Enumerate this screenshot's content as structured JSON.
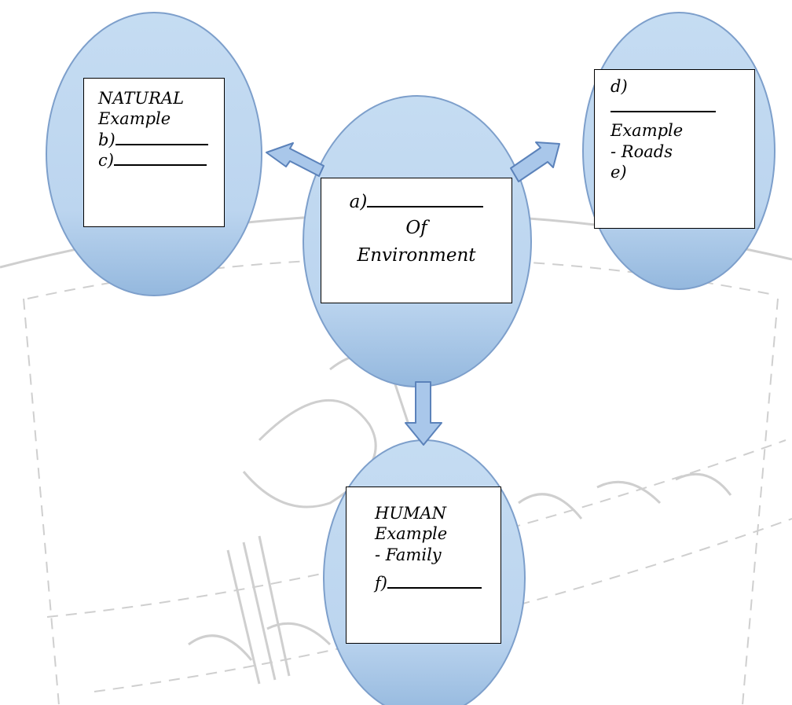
{
  "colors": {
    "ellipse_light": "#c5dcf2",
    "ellipse_dark": "#94b8de",
    "ellipse_stroke": "#7d9fcb",
    "arrow_fill": "#a9c7ea",
    "arrow_stroke": "#5b82ba",
    "watermark": "#c8c8c8"
  },
  "center": {
    "line1_prefix": "a)",
    "line2": "Of",
    "line3": "Environment"
  },
  "natural": {
    "title": "NATURAL",
    "example_label": "Example",
    "item_b": "b)",
    "item_c": "c)"
  },
  "built": {
    "item_d": "d)",
    "example_label": "Example",
    "example_value": "- Roads",
    "item_e": "e)"
  },
  "human": {
    "title": "HUMAN",
    "example_label": "Example",
    "example_value": "- Family",
    "item_f": "f)"
  }
}
